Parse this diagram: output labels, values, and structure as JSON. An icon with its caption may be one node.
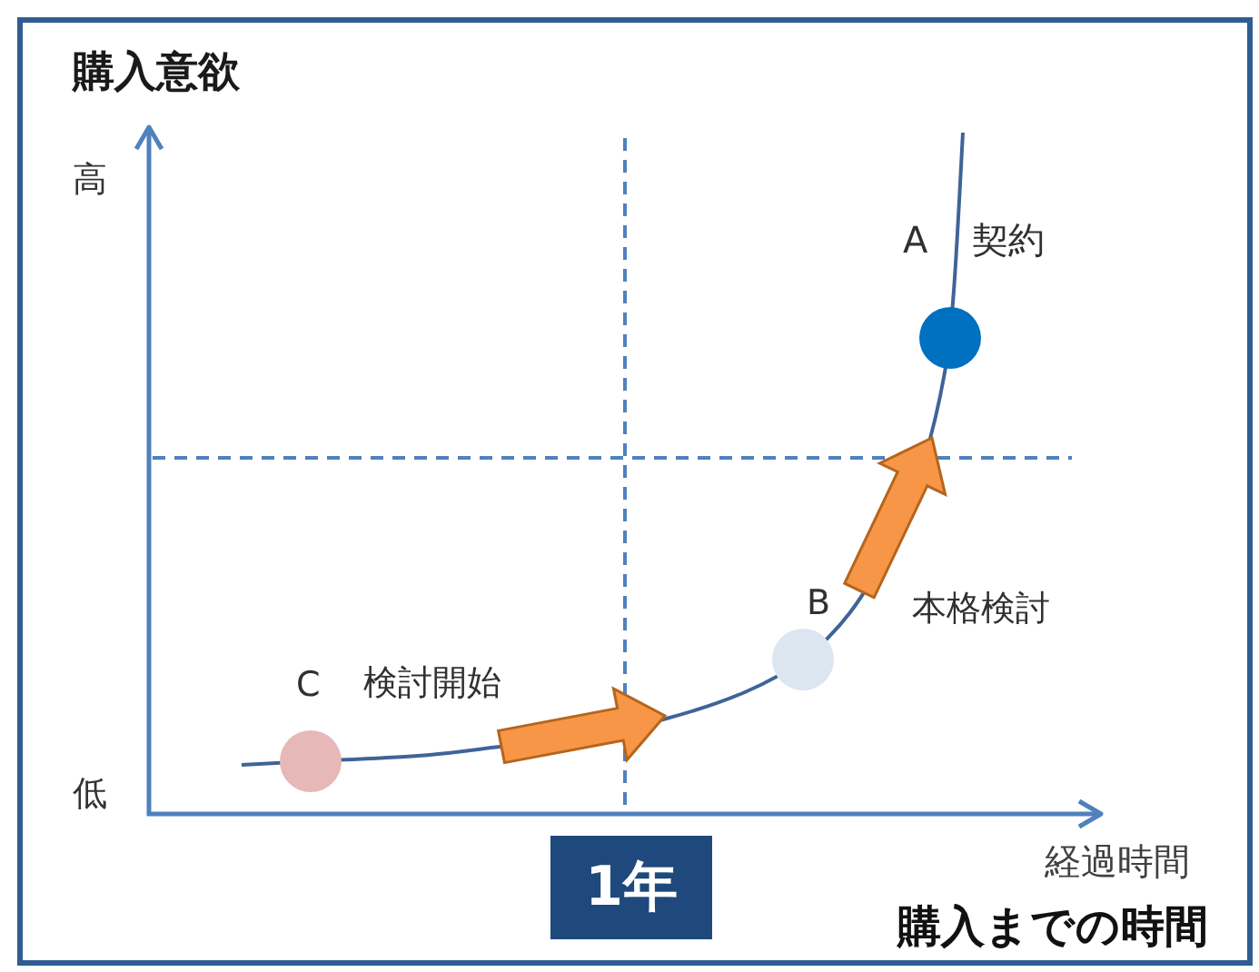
{
  "diagram": {
    "nodes": [
      {
        "text": [],
        "shape": "circle",
        "beside": [
          "A",
          "契約"
        ]
      },
      {
        "text": [],
        "shape": "circle",
        "beside": [
          "B",
          "本格検討"
        ]
      },
      {
        "text": [],
        "shape": "circle",
        "beside": [
          "C",
          "検討開始"
        ]
      },
      {
        "text": [
          "1年"
        ]
      }
    ],
    "edges": [
      {
        "from": 2,
        "to": 1,
        "arrow": "to",
        "style": "thick"
      },
      {
        "from": 1,
        "to": 0,
        "arrow": "to",
        "style": "thick"
      }
    ],
    "labels": [
      "購入意欲",
      "高",
      "低",
      "経過時間",
      "購入までの時間"
    ]
  }
}
